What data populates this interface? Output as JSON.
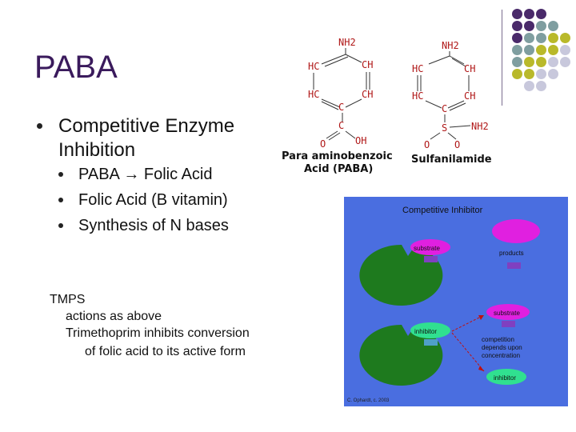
{
  "slide": {
    "title": "PABA",
    "bullet": "Competitive Enzyme Inhibition",
    "sub_bullets": [
      "PABA → Folic Acid",
      "Folic Acid (B vitamin)",
      "Synthesis of N bases"
    ],
    "tmps_lines": [
      "TMPS",
      "actions as above",
      "Trimethoprim inhibits conversion",
      "of folic acid to its active form"
    ]
  },
  "molecules": {
    "paba_atoms": [
      "NH2",
      "HC",
      "CH",
      "HC",
      "CH",
      "C",
      "C",
      "O",
      "OH"
    ],
    "paba_label": [
      "Para aminobenzoic",
      "Acid (PABA)"
    ],
    "sulfa_atoms": [
      "NH2",
      "HC",
      "CH",
      "HC",
      "CH",
      "C",
      "S",
      "NH2",
      "O",
      "O"
    ],
    "sulfa_label": "Sulfanilamide"
  },
  "diagram": {
    "title": "Competitive Inhibitor",
    "substrate_top": "substrate",
    "products": "products",
    "substrate_right": "substrate",
    "inhibitor_left": "inhibitor",
    "competition": [
      "competition",
      "depends upon",
      "concentration"
    ],
    "inhibitor_bottom": "inhibitor",
    "credit": "C. Ophardt, c. 2003"
  },
  "colors": {
    "title": "#3a1a5c",
    "panel_bg": "#4a6ee0",
    "enzyme": "#1e7a1e",
    "substrate": "#e020e0",
    "inhibitor": "#30e090",
    "product": "#8040c0",
    "mol_text": "#b01818",
    "deco_purple": "#4a2a6a",
    "deco_teal": "#7f9ea0",
    "deco_olive": "#b9b92a",
    "deco_gray": "#c8c8dc"
  }
}
